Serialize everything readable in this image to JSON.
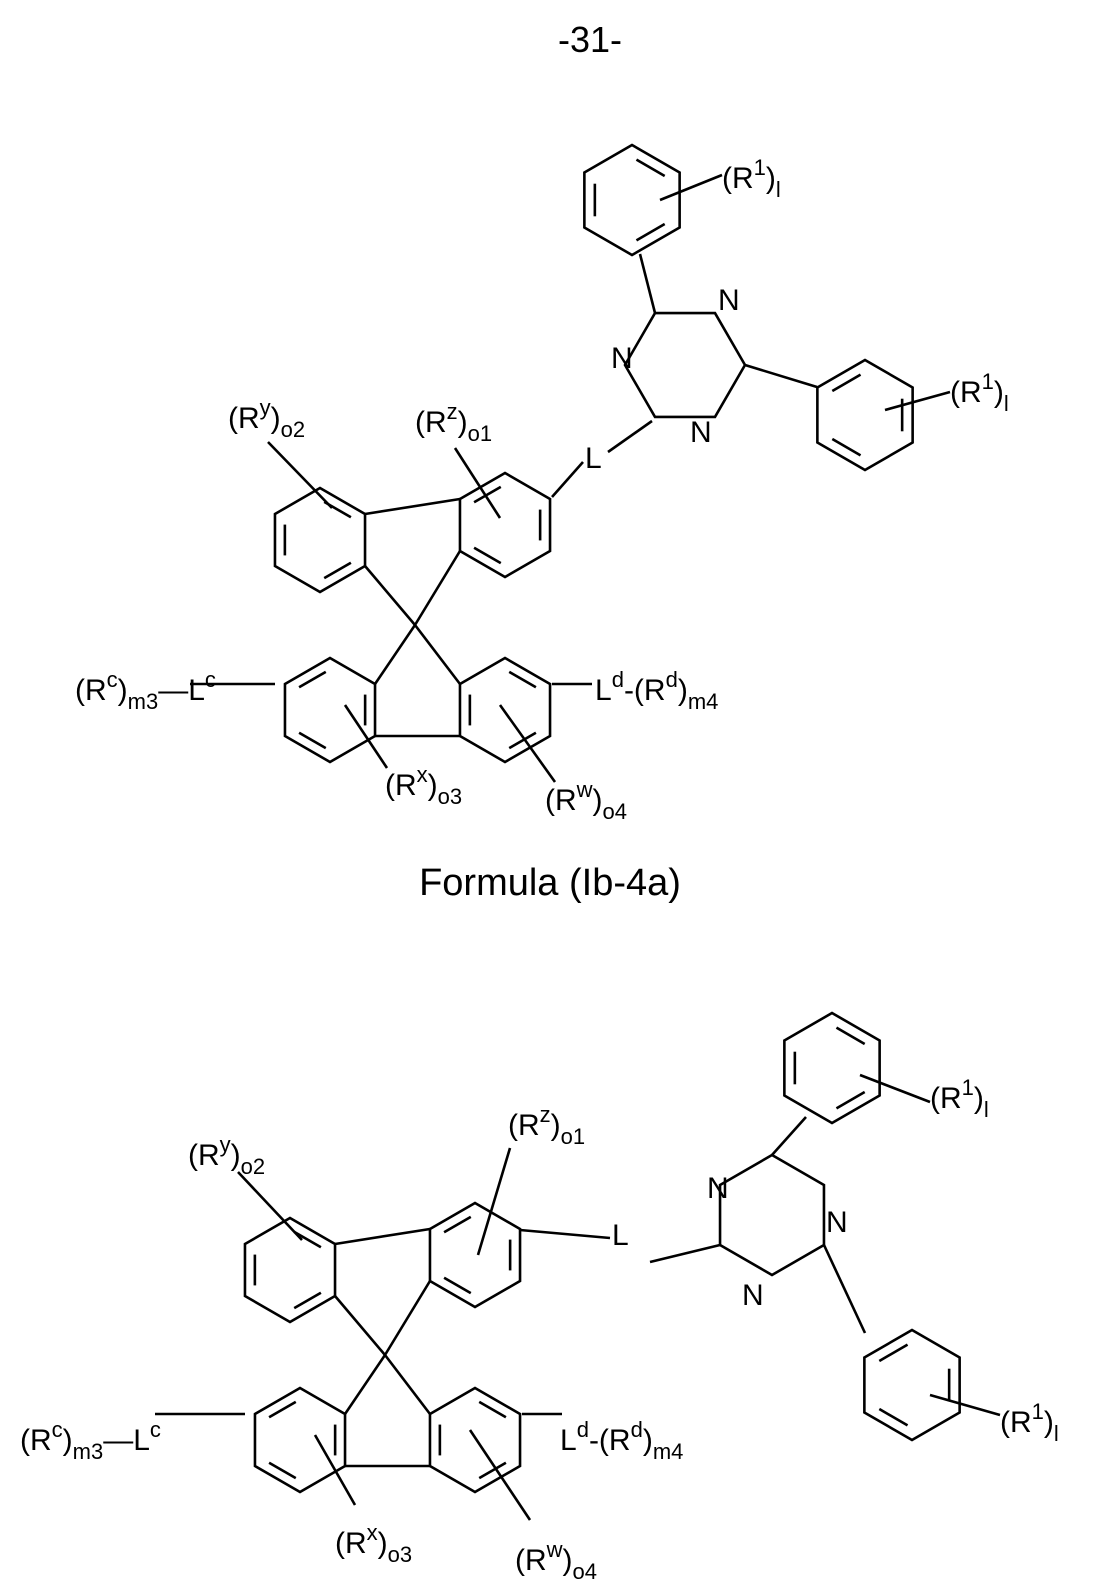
{
  "page_number": "-31-",
  "formulas": [
    {
      "caption": "Formula (Ib-4a)",
      "labels": {
        "r1_top": {
          "open": "(R",
          "sup": "1",
          "close": ")",
          "sub": "l"
        },
        "r1_right": {
          "open": "(R",
          "sup": "1",
          "close": ")",
          "sub": "l"
        },
        "n1": {
          "open": "N"
        },
        "n2": {
          "open": "N"
        },
        "n3": {
          "open": "N"
        },
        "linker": {
          "open": "L"
        },
        "ry": {
          "open": "(R",
          "sup": "y",
          "close": ")",
          "sub": "o2"
        },
        "rz": {
          "open": "(R",
          "sup": "z",
          "close": ")",
          "sub": "o1"
        },
        "rc": {
          "open": "(R",
          "sup": "c",
          "close": ")",
          "sub": "m3",
          "tail": "—L",
          "tailsup": "c"
        },
        "rd": {
          "open": "L",
          "sup": "d",
          "close": "-(R",
          "sub2sup": "d",
          "close2": ")",
          "sub": "m4"
        },
        "rx": {
          "open": "(R",
          "sup": "x",
          "close": ")",
          "sub": "o3"
        },
        "rw": {
          "open": "(R",
          "sup": "w",
          "close": ")",
          "sub": "o4"
        }
      }
    },
    {
      "caption": "",
      "labels": {
        "r1_top": {
          "open": "(R",
          "sup": "1",
          "close": ")",
          "sub": "l"
        },
        "r1_right": {
          "open": "(R",
          "sup": "1",
          "close": ")",
          "sub": "l"
        },
        "n1": {
          "open": "N"
        },
        "n2": {
          "open": "N"
        },
        "n3": {
          "open": "N"
        },
        "linker": {
          "open": "L"
        },
        "ry": {
          "open": "(R",
          "sup": "y",
          "close": ")",
          "sub": "o2"
        },
        "rz": {
          "open": "(R",
          "sup": "z",
          "close": ")",
          "sub": "o1"
        },
        "rc": {
          "open": "(R",
          "sup": "c",
          "close": ")",
          "sub": "m3",
          "tail": "—L",
          "tailsup": "c"
        },
        "rd": {
          "open": "L",
          "sup": "d",
          "close": "-(R",
          "sub2sup": "d",
          "close2": ")",
          "sub": "m4"
        },
        "rx": {
          "open": "(R",
          "sup": "x",
          "close": ")",
          "sub": "o3"
        },
        "rw": {
          "open": "(R",
          "sup": "w",
          "close": ")",
          "sub": "o4"
        }
      }
    }
  ]
}
